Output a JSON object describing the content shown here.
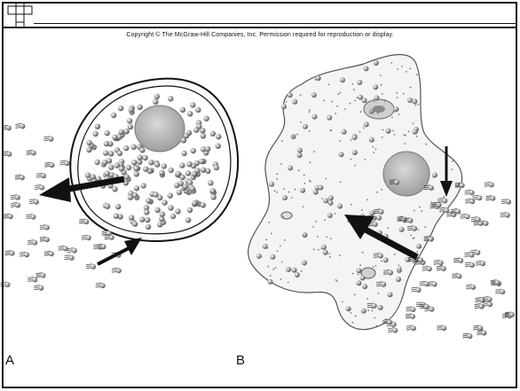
{
  "copyright": "Copyright © The McGraw-Hill Companies, Inc. Permission required for reproduction or display.",
  "panels": {
    "a_label": "A",
    "b_label": "B"
  },
  "colors": {
    "ink": "#111111",
    "nucleus": "#bfbfbf",
    "granule": "#9a9a9a",
    "cell_fill": "#f7f7f7"
  },
  "icons": {
    "corner": "grid-corner-icon"
  }
}
